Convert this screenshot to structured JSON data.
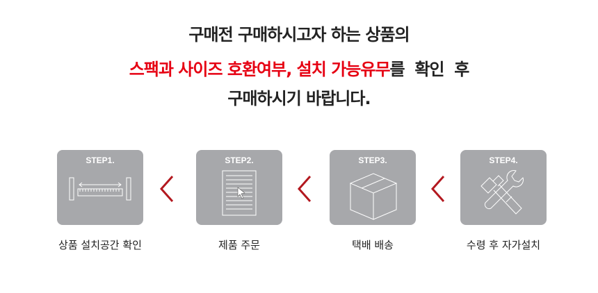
{
  "headline": {
    "line1": "구매전 구매하시고자 하는 상품의",
    "line2_red": "스팩과 사이즈 호환여부, 설치 가능유무",
    "line2_rest": "를  확인  후",
    "line3": "구매하시기 바랍니다."
  },
  "steps": [
    {
      "label": "STEP1.",
      "caption": "상품 설치공간 확인",
      "icon": "measure-space-icon"
    },
    {
      "label": "STEP2.",
      "caption": "제품 주문",
      "icon": "order-document-icon"
    },
    {
      "label": "STEP3.",
      "caption": "택배 배송",
      "icon": "box-icon"
    },
    {
      "label": "STEP4.",
      "caption": "수령 후 자가설치",
      "icon": "tools-icon"
    }
  ],
  "colors": {
    "accent": "#e60012",
    "box": "#a7a8ab",
    "chevron": "#b3181f"
  }
}
